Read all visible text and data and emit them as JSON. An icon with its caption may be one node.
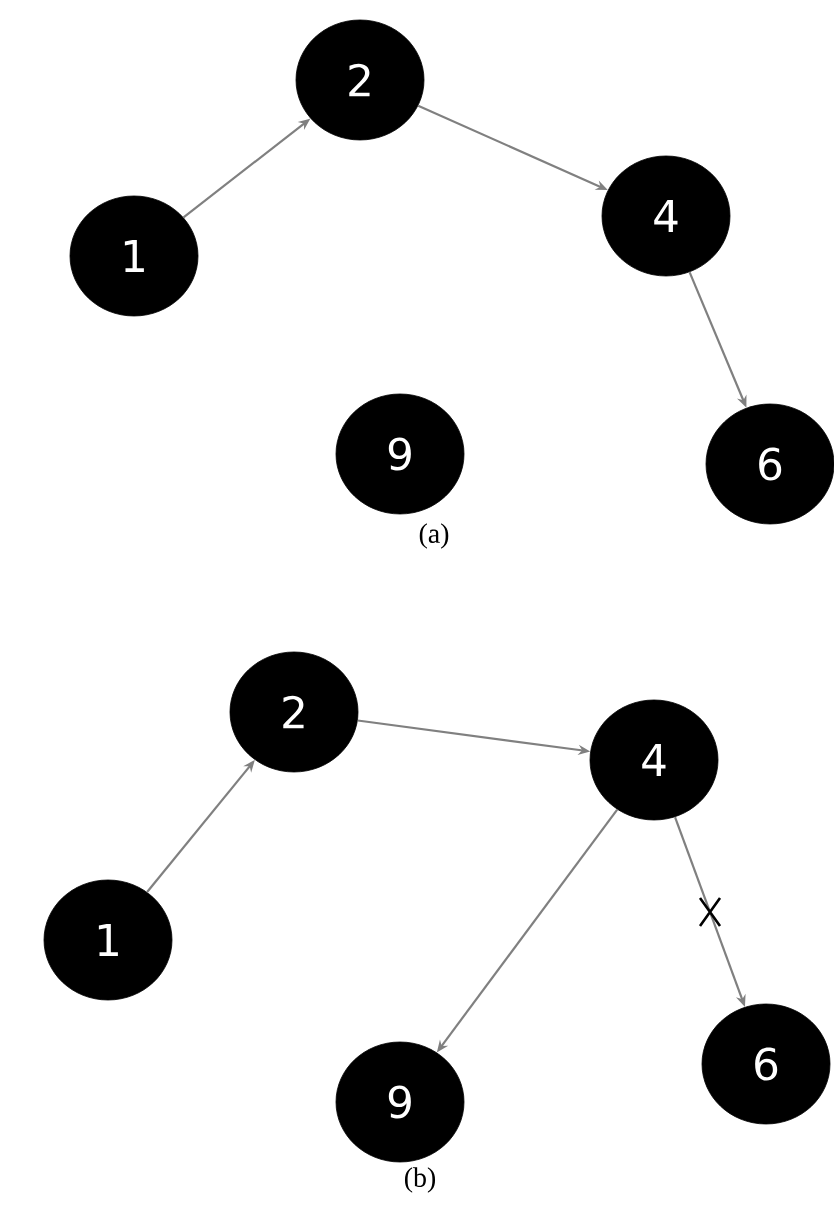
{
  "diagram": {
    "nodes": [
      {
        "text": [
          "2"
        ]
      },
      {
        "text": [
          "4"
        ]
      },
      {
        "text": [
          "1"
        ]
      },
      {
        "text": [
          "9"
        ]
      },
      {
        "text": [
          "6"
        ]
      },
      {
        "text": [
          "2"
        ]
      },
      {
        "text": [
          "4"
        ]
      },
      {
        "text": [
          "1"
        ]
      },
      {
        "text": [
          "6"
        ]
      },
      {
        "text": [
          "9"
        ]
      }
    ],
    "edges": [
      {
        "from": 2,
        "to": 0,
        "arrow": "to"
      },
      {
        "from": 0,
        "to": 1,
        "arrow": "to"
      },
      {
        "from": 1,
        "to": 4,
        "arrow": "to"
      },
      {
        "from": 7,
        "to": 5,
        "arrow": "to"
      },
      {
        "from": 5,
        "to": 6,
        "arrow": "to"
      },
      {
        "from": 6,
        "to": 9,
        "arrow": "to"
      },
      {
        "from": 6,
        "to": 8,
        "arrow": "to"
      }
    ],
    "labels": [
      "(a)",
      "(b)"
    ]
  }
}
